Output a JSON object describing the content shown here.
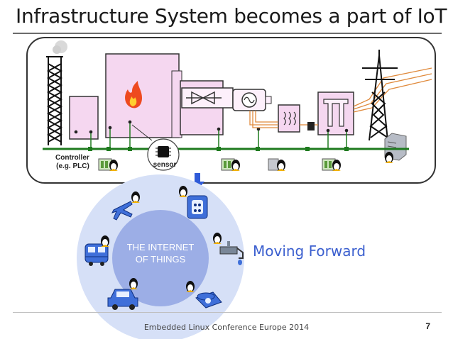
{
  "title": "Infrastructure System becomes a part of IoT",
  "labels": {
    "controller": "Controller\n(e.g. PLC)",
    "controller_line1": "Controller",
    "controller_line2": "(e.g. PLC)",
    "sensor": "sensor"
  },
  "iot": {
    "center_line1": "THE INTERNET",
    "center_line2": "OF THINGS",
    "tagline": "Moving Forward",
    "devices": [
      "airplane-icon",
      "power-outlet-icon",
      "water-faucet-icon",
      "telephone-icon",
      "car-icon",
      "train-icon"
    ]
  },
  "footer": {
    "conference": "Embedded Linux Conference Europe 2014",
    "page": "7"
  },
  "colors": {
    "building": "#f5d7f0",
    "bus_line": "#1e7a1e",
    "iot_outer": "#d6e0f7",
    "iot_inner": "#9caee6",
    "accent": "#3b5fcf",
    "arrow": "#2f5bd8"
  }
}
